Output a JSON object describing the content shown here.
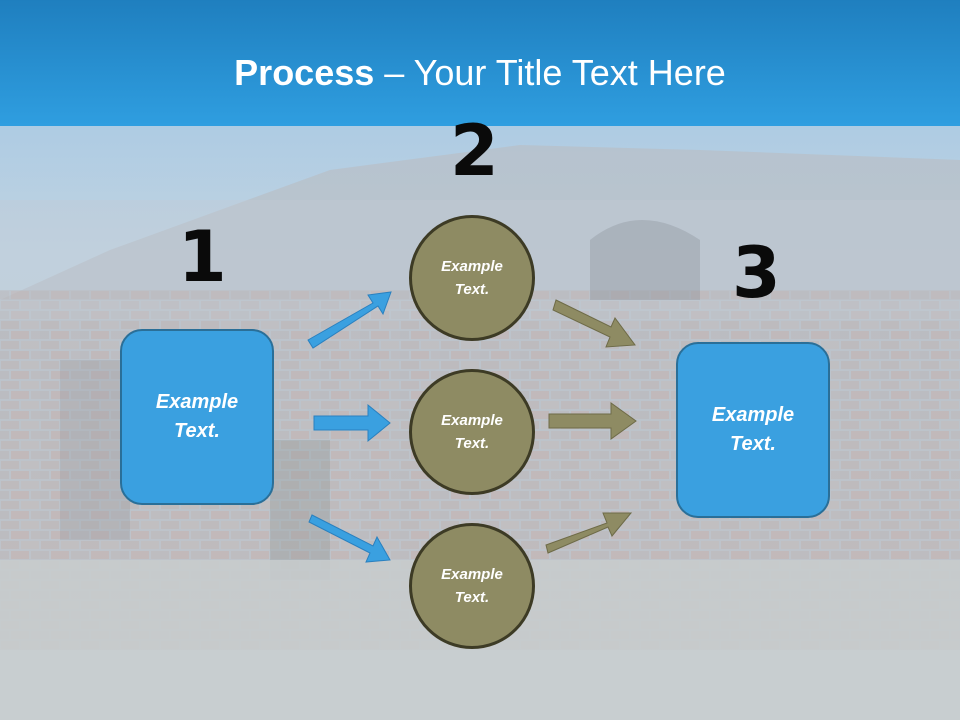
{
  "title": {
    "bold": "Process",
    "rest": " – Your Title Text Here"
  },
  "steps": [
    "1",
    "2",
    "3"
  ],
  "left_box": {
    "line1": "Example",
    "line2": "Text."
  },
  "right_box": {
    "line1": "Example",
    "line2": "Text."
  },
  "circles": [
    {
      "line1": "Example",
      "line2": "Text."
    },
    {
      "line1": "Example",
      "line2": "Text."
    },
    {
      "line1": "Example",
      "line2": "Text."
    }
  ],
  "colors": {
    "blue_box": "#3aa0e0",
    "olive_circle": "#8e8b63",
    "blue_arrow": "#3aa0e0",
    "olive_arrow": "#8e8b63",
    "header": "#2a95d6"
  }
}
